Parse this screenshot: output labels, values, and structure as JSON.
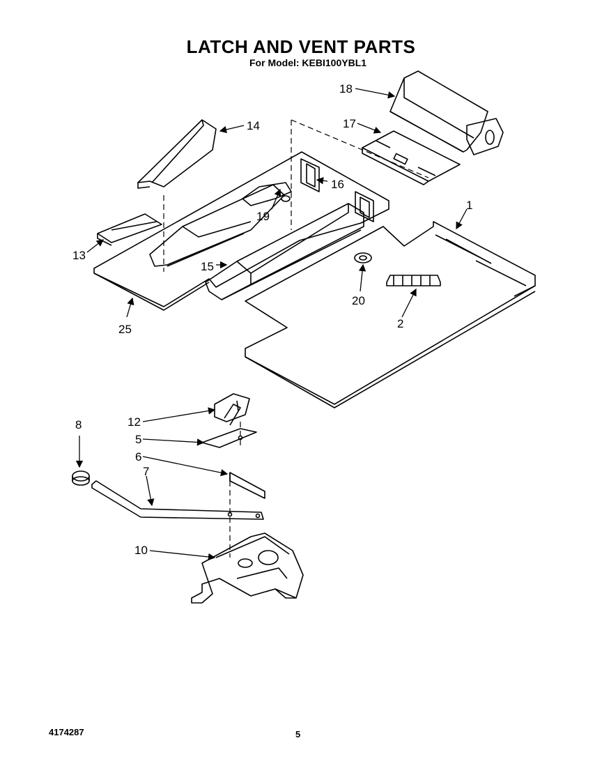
{
  "header": {
    "title": "LATCH AND VENT PARTS",
    "subtitle": "For Model: KEBI100YBL1"
  },
  "footer": {
    "doc_number": "4174287",
    "page_number": "5"
  },
  "callouts": [
    "1",
    "2",
    "5",
    "6",
    "7",
    "8",
    "10",
    "12",
    "13",
    "14",
    "15",
    "16",
    "17",
    "18",
    "19",
    "20",
    "25"
  ]
}
